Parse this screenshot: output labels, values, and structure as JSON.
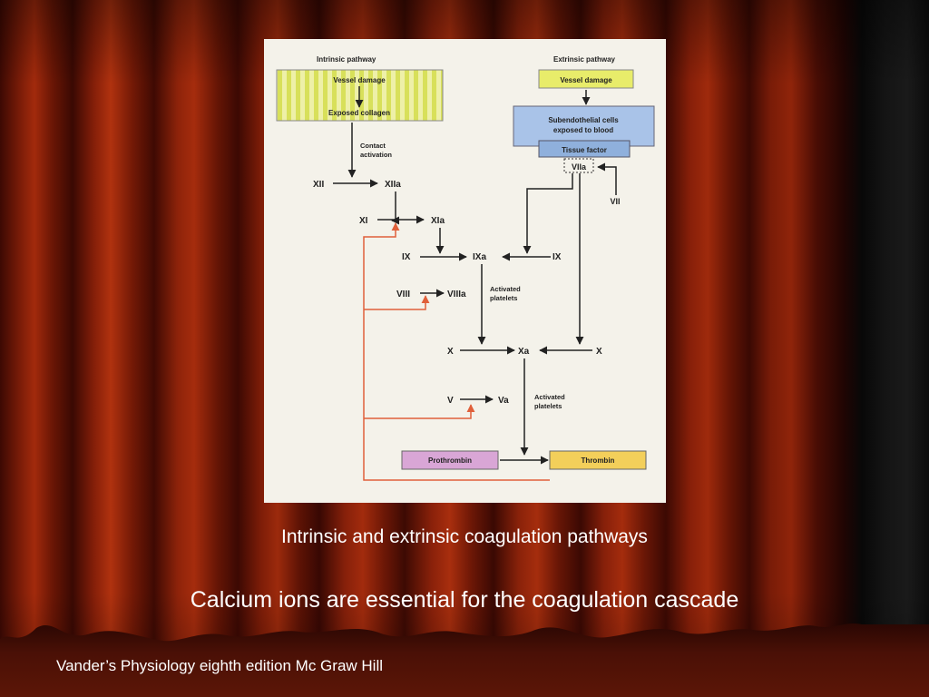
{
  "slide": {
    "caption_main": "Intrinsic and extrinsic coagulation pathways",
    "caption_calcium": "Calcium ions are essential for the coagulation cascade",
    "credit": "Vander’s Physiology eighth edition  Mc Graw Hill"
  },
  "diagram": {
    "intrinsic_title": "Intrinsic pathway",
    "extrinsic_title": "Extrinsic pathway",
    "vessel_damage_left": "Vessel damage",
    "exposed_collagen": "Exposed collagen",
    "vessel_damage_right": "Vessel damage",
    "subendothelial_1": "Subendothelial cells",
    "subendothelial_2": "exposed to blood",
    "tissue_factor": "Tissue factor",
    "contact_1": "Contact",
    "contact_2": "activation",
    "xii": "XII",
    "xiia": "XIIa",
    "xi": "XI",
    "xia": "XIa",
    "viia": "VIIa",
    "vii": "VII",
    "ix_left": "IX",
    "ixa": "IXa",
    "ix_right": "IX",
    "viii": "VIII",
    "viiia": "VIIIa",
    "activated_platelets_1a": "Activated",
    "activated_platelets_1b": "platelets",
    "x_left": "X",
    "xa": "Xa",
    "x_right": "X",
    "v": "V",
    "va": "Va",
    "activated_platelets_2a": "Activated",
    "activated_platelets_2b": "platelets",
    "prothrombin": "Prothrombin",
    "thrombin": "Thrombin"
  },
  "colors": {
    "intrinsic_box": "#d8e05a",
    "intrinsic_stripe": "#eef0a8",
    "extrinsic_box": "#e8ec6a",
    "subendothelial_box": "#a9c3e8",
    "tissue_factor_box": "#8fb0dc",
    "prothrombin_box": "#d9a6d6",
    "thrombin_box": "#f3cf5a",
    "feedback_line": "#e0603a",
    "caption_text": "#ffffff"
  }
}
